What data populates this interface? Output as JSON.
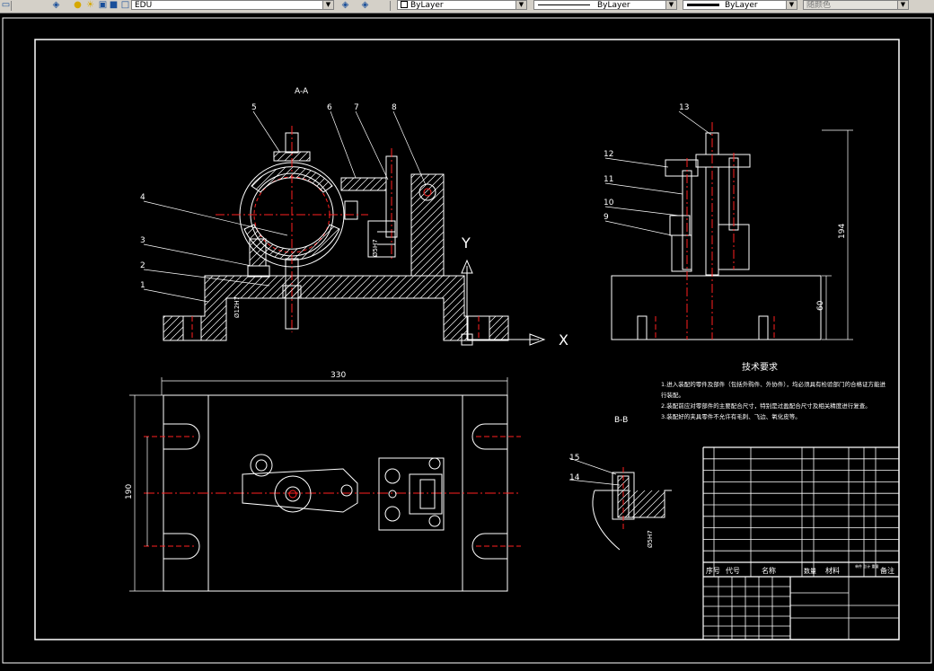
{
  "toolbar": {
    "layer_name": "EDU",
    "color_combo": "ByLayer",
    "linetype_combo": "ByLayer",
    "lineweight_combo": "ByLayer",
    "plotstyle_combo": "随颜色",
    "icons": [
      "layer-properties-icon",
      "layer-state-icons",
      "layer-previous-icon",
      "layer-manager-icon"
    ]
  },
  "drawing": {
    "section_aa": "A-A",
    "section_bb": "B-B",
    "axis_x": "X",
    "axis_y": "Y",
    "dim_width": "330",
    "dim_depth": "190",
    "dim_height": "194",
    "dim_base": "60",
    "dim_bore": "Ø12H7",
    "dim_fit": "Ø5H7",
    "part_labels": {
      "p1": "1",
      "p2": "2",
      "p3": "3",
      "p4": "4",
      "p5": "5",
      "p6": "6",
      "p7": "7",
      "p8": "8",
      "p9": "9",
      "p10": "10",
      "p11": "11",
      "p12": "12",
      "p13": "13",
      "p14": "14",
      "p15": "15"
    },
    "tech_title": "技术要求",
    "tech_notes": [
      "1.进入装配的零件及部件（包括外购件、外协件），均必须具有检验部门的合格证方能进",
      "行装配。",
      "2.装配前应对零部件的主要配合尺寸，特别是过盈配合尺寸及相关精度进行复查。",
      "3.装配好的夹具零件不允许有毛刺、飞边、氧化皮等。"
    ],
    "title_block": {
      "col_no": "序号",
      "col_code": "代号",
      "col_name": "名称",
      "col_qty": "数量",
      "col_material": "材料",
      "col_weight": "单件 总计 重量",
      "col_remark": "备注"
    }
  }
}
